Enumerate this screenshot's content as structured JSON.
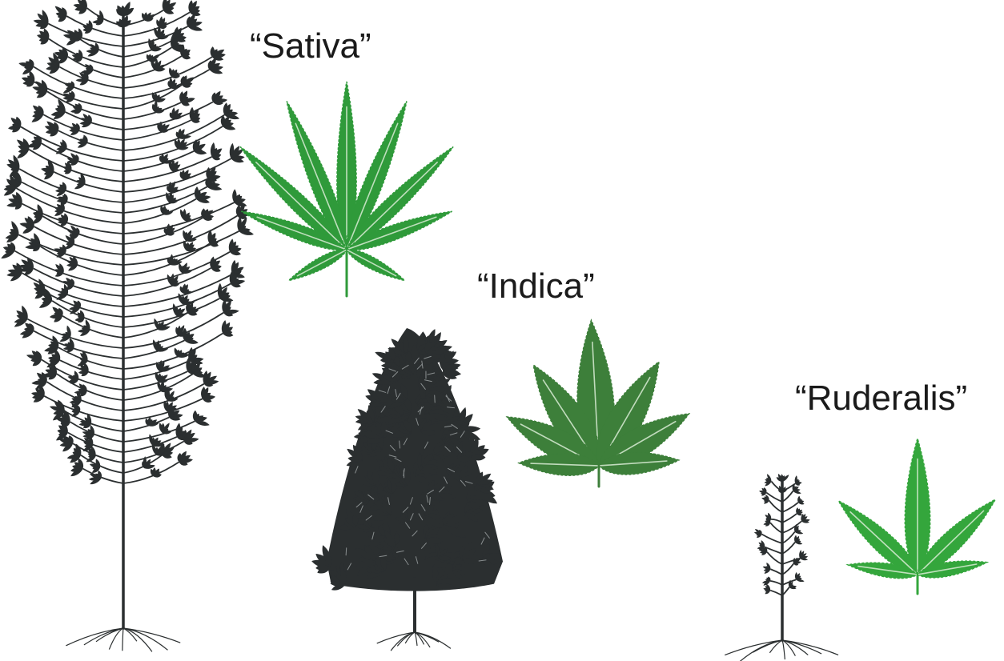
{
  "labels": {
    "sativa": "“Sativa”",
    "indica": "“Indica”",
    "ruderalis": "“Ruderalis”"
  },
  "colors": {
    "plant_silhouette": "#2b2f30",
    "sativa_leaf": "#2f9a3a",
    "indica_leaf": "#3d7f3a",
    "ruderalis_leaf": "#34a63c",
    "leaf_vein": "#d9ecd4",
    "background": "#ffffff"
  },
  "icons": {
    "sativa_plant": "tall-plant-icon",
    "sativa_leaf": "cannabis-leaf-icon",
    "indica_plant": "bushy-plant-icon",
    "indica_leaf": "cannabis-leaf-icon",
    "ruderalis_plant": "small-plant-icon",
    "ruderalis_leaf": "cannabis-leaf-icon"
  }
}
